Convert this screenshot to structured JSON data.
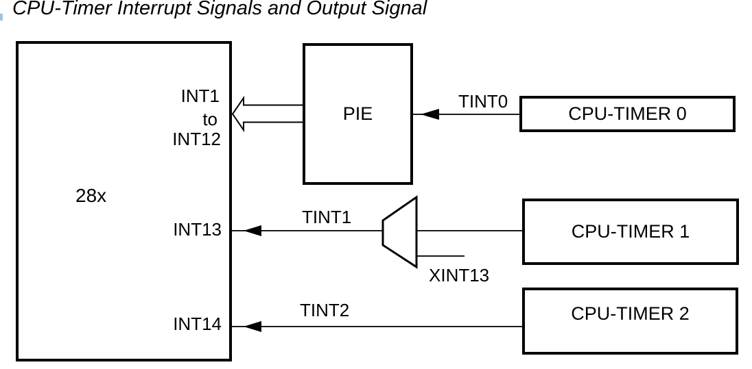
{
  "figure": {
    "title": "CPU-Timer Interrupt Signals and Output Signal"
  },
  "blocks": {
    "cpu_28x": {
      "label": "28x"
    },
    "pie": {
      "label": "PIE"
    },
    "cpu_timer_0": {
      "label": "CPU-TIMER 0"
    },
    "cpu_timer_1": {
      "label": "CPU-TIMER 1"
    },
    "cpu_timer_2": {
      "label": "CPU-TIMER 2"
    }
  },
  "interrupt_ports": {
    "int1": "INT1",
    "to_word": "to",
    "int12": "INT12",
    "int13": "INT13",
    "int14": "INT14"
  },
  "signals": {
    "tint0": "TINT0",
    "tint1": "TINT1",
    "tint2": "TINT2",
    "xint13": "XINT13"
  },
  "colors": {
    "ink": "#000000",
    "wire": "#1a1a1a",
    "background": "#ffffff"
  }
}
